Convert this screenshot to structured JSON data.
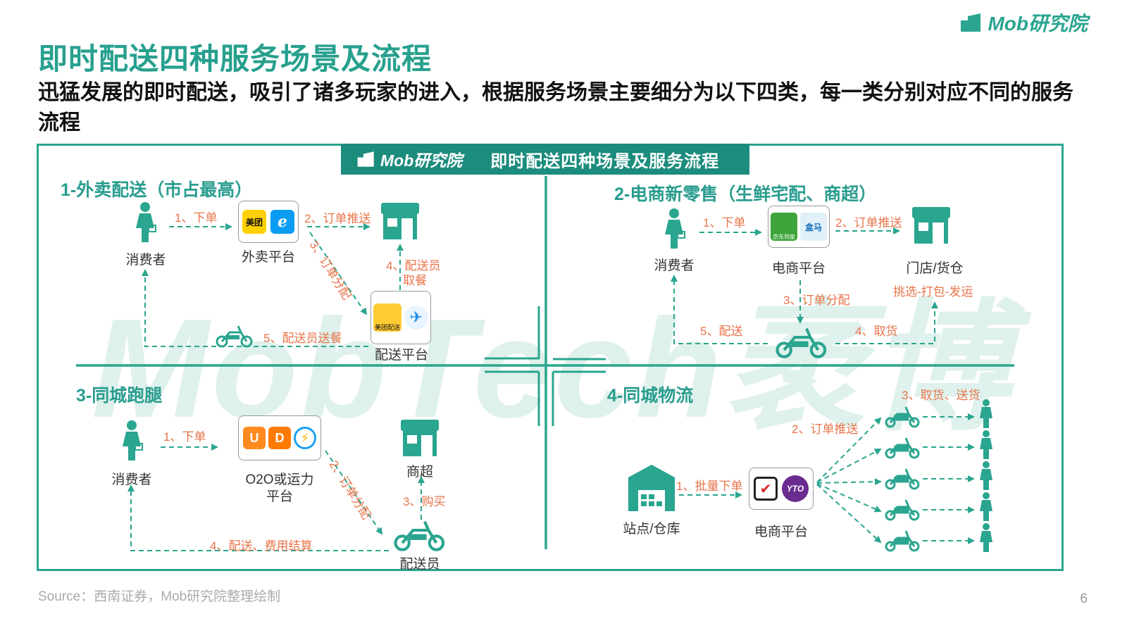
{
  "brand": {
    "name": "Mob研究院"
  },
  "title": "即时配送四种服务场景及流程",
  "subtitle": "迅猛发展的即时配送，吸引了诸多玩家的进入，根据服务场景主要细分为以下四类，每一类分别对应不同的服务流程",
  "banner": {
    "logo": "Mob研究院",
    "text": "即时配送四种场景及服务流程"
  },
  "watermark": "MobTech袤博",
  "colors": {
    "teal": "#2aa58f",
    "banner": "#1c8c7d",
    "orange": "#e8744a"
  },
  "q1": {
    "title": "1-外卖配送（市占最高）",
    "consumer": "消费者",
    "platform": "外卖平台",
    "platform_apps": [
      "美团",
      "饿了么"
    ],
    "delivery_platform": "配送平台",
    "delivery_apps": [
      "美团配送",
      "蜂鸟"
    ],
    "step1": "1、下单",
    "step2": "2、订单推送",
    "step3": "3、订单分配",
    "step4a": "4、配送员",
    "step4b": "取餐",
    "step5": "5、配送员送餐"
  },
  "q2": {
    "title": "2-电商新零售（生鲜宅配、商超）",
    "consumer": "消费者",
    "platform": "电商平台",
    "platform_apps": [
      "京东到家",
      "盒马"
    ],
    "store": "门店/货仓",
    "store_note": "挑选-打包-发运",
    "step1": "1、下单",
    "step2": "2、订单推送",
    "step3": "3、订单分配",
    "step4": "4、取货",
    "step5": "5、配送"
  },
  "q3": {
    "title": "3-同城跑腿",
    "consumer": "消费者",
    "platform_l1": "O2O或运力",
    "platform_l2": "平台",
    "store": "商超",
    "courier": "配送员",
    "step1": "1、下单",
    "step2": "2、订单分配",
    "step3": "3、购买",
    "step4": "4、配送、费用结算"
  },
  "q4": {
    "title": "4-同城物流",
    "warehouse": "站点/仓库",
    "platform": "电商平台",
    "step1": "1、批量下单",
    "step2": "2、订单推送",
    "step3": "3、取货、送货"
  },
  "source": "Source：西南证券，Mob研究院整理绘制",
  "page_number": "6"
}
